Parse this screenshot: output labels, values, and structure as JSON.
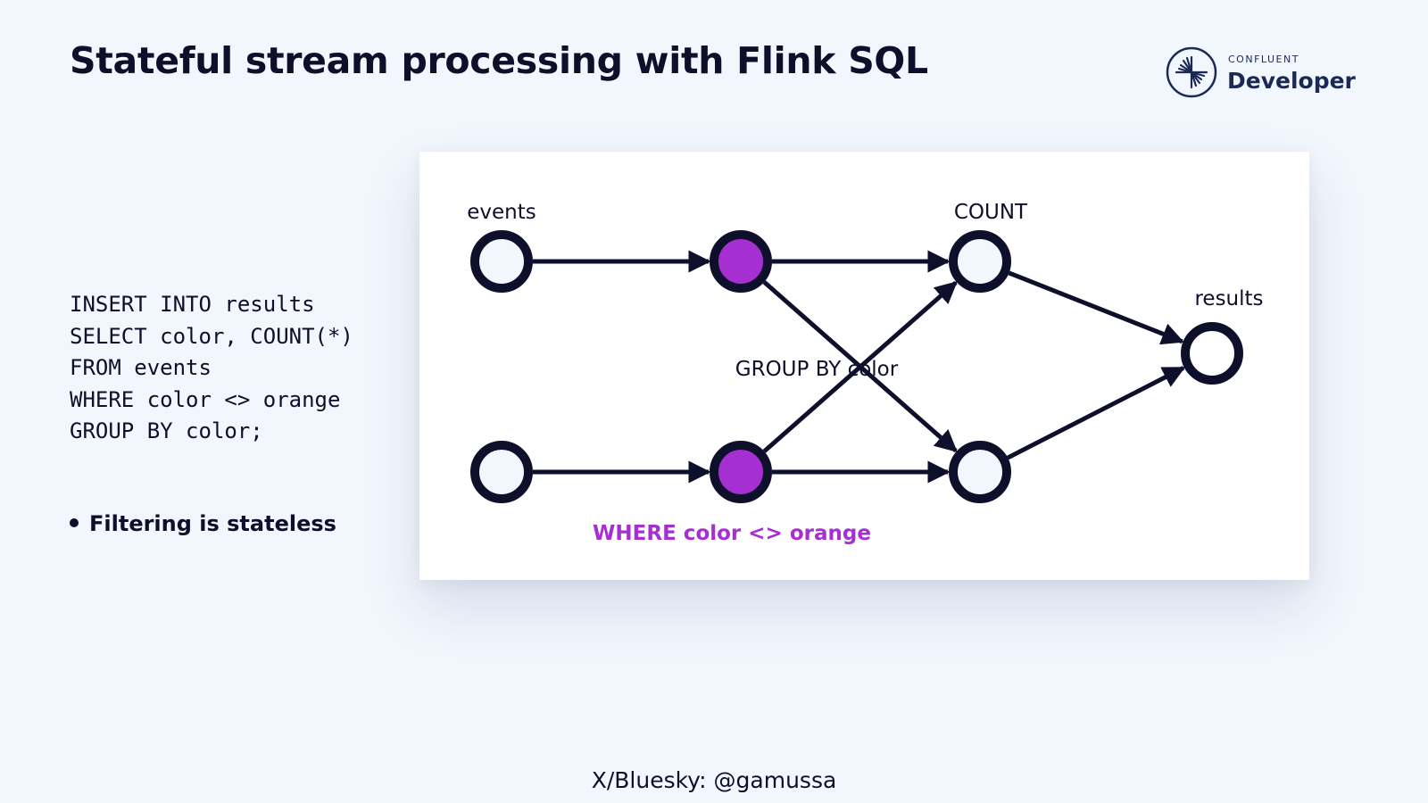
{
  "slide": {
    "title": "Stateful stream processing with Flink SQL",
    "logo": {
      "brand": "CONFLUENT",
      "product": "Developer",
      "icon": "confluent-starburst-icon"
    },
    "code_lines": [
      "INSERT INTO results",
      "SELECT color, COUNT(*)",
      "FROM events",
      "WHERE color <> orange",
      "GROUP BY color;"
    ],
    "bullets": [
      "Filtering is stateless"
    ],
    "footer": "X/Bluesky: @gamussa"
  },
  "diagram": {
    "colors": {
      "edge": "#0d0f2b",
      "node_fill": "#f2f6fd",
      "filter_fill": "#a52fd0",
      "result_fill": "#ffffff",
      "highlight_text": "#a52fd0"
    },
    "labels": {
      "source": "events",
      "aggregate": "COUNT",
      "sink": "results",
      "shuffle": "GROUP BY color",
      "filter": "WHERE color <> orange"
    },
    "nodes": [
      {
        "id": "source-1",
        "role": "source"
      },
      {
        "id": "source-2",
        "role": "source"
      },
      {
        "id": "filter-1",
        "role": "filter"
      },
      {
        "id": "filter-2",
        "role": "filter"
      },
      {
        "id": "count-1",
        "role": "aggregate"
      },
      {
        "id": "count-2",
        "role": "aggregate"
      },
      {
        "id": "results",
        "role": "sink"
      }
    ],
    "edges": [
      [
        "source-1",
        "filter-1"
      ],
      [
        "source-2",
        "filter-2"
      ],
      [
        "filter-1",
        "count-1"
      ],
      [
        "filter-1",
        "count-2"
      ],
      [
        "filter-2",
        "count-1"
      ],
      [
        "filter-2",
        "count-2"
      ],
      [
        "count-1",
        "results"
      ],
      [
        "count-2",
        "results"
      ]
    ]
  }
}
